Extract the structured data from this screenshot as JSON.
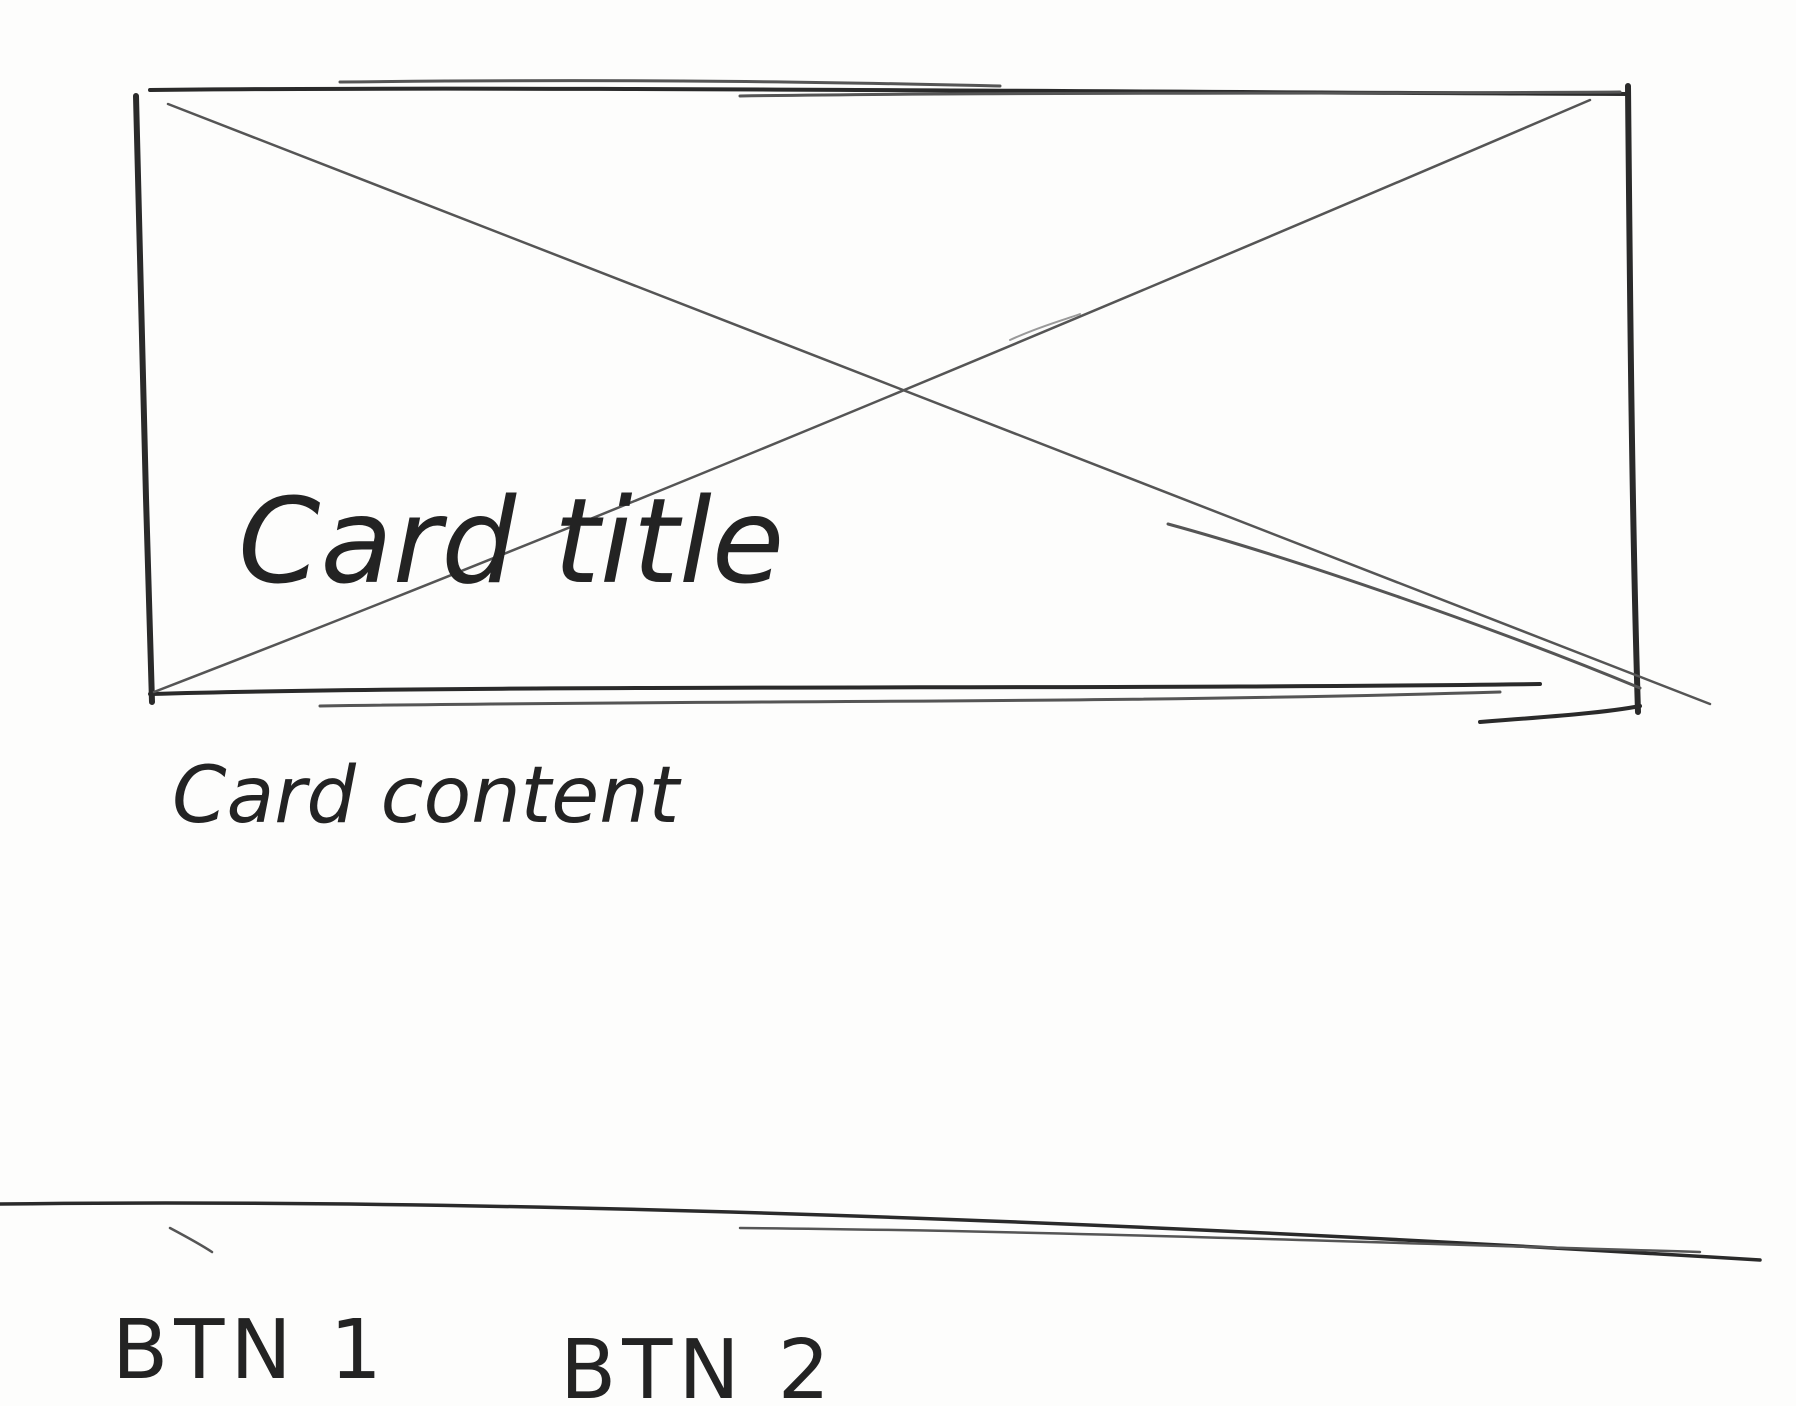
{
  "card": {
    "title": "Card title",
    "content": "Card content",
    "image_placeholder_icon": "image-placeholder-icon"
  },
  "actions": {
    "buttons": [
      {
        "label": "BTN 1"
      },
      {
        "label": "BTN 2"
      }
    ]
  },
  "colors": {
    "ink": "#2a2a2a",
    "paper": "#fdfdfc"
  }
}
